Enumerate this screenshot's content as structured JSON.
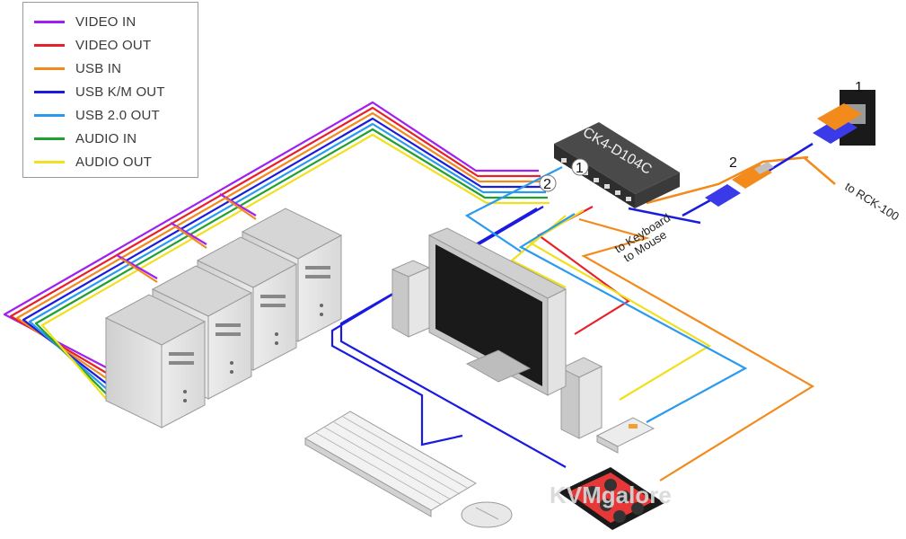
{
  "legend": [
    {
      "label": "VIDEO IN",
      "color": "#a020f0"
    },
    {
      "label": "VIDEO OUT",
      "color": "#e8202a"
    },
    {
      "label": "USB IN",
      "color": "#f28a1c"
    },
    {
      "label": "USB K/M OUT",
      "color": "#1a1ae0"
    },
    {
      "label": "USB 2.0 OUT",
      "color": "#2a9af0"
    },
    {
      "label": "AUDIO IN",
      "color": "#20a030"
    },
    {
      "label": "AUDIO OUT",
      "color": "#f0e020"
    }
  ],
  "device": {
    "name": "CK4-D104C"
  },
  "callouts": {
    "one_a": "1",
    "two_a": "2",
    "one_b": "1",
    "two_b": "2"
  },
  "labels": {
    "keyboard_line1": "to Keyboard",
    "keyboard_line2": "to Mouse",
    "rck": "to RCK-100"
  },
  "watermark": {
    "text": "KVMgalore"
  }
}
